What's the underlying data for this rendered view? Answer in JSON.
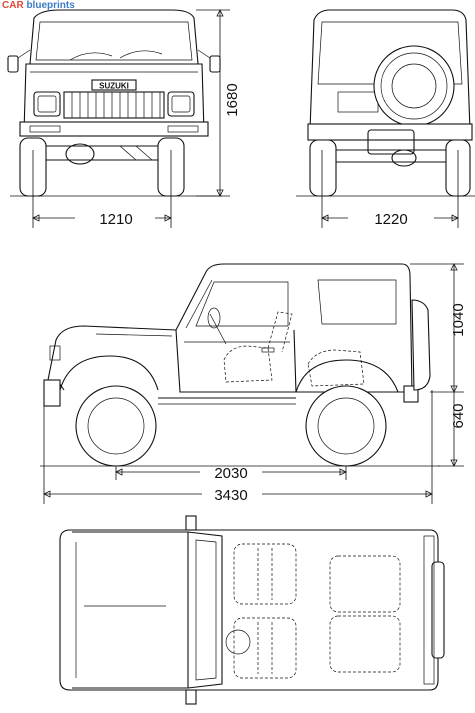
{
  "watermark": {
    "brand": "CAR",
    "rest": " blueprints"
  },
  "badge": {
    "text": "SUZUKI"
  },
  "dimensions": {
    "front_width": "1210",
    "rear_width": "1220",
    "height": "1680",
    "roof_height": "1040",
    "lower_height": "640",
    "wheelbase": "2030",
    "length": "3430"
  },
  "views": [
    "front-view",
    "rear-view",
    "side-view",
    "top-view"
  ]
}
